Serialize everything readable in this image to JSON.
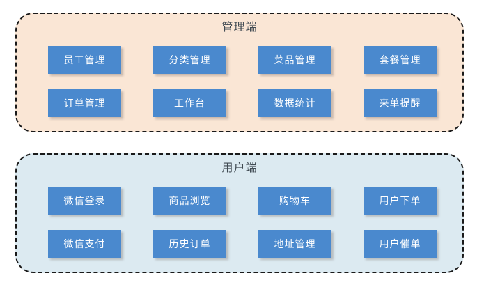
{
  "diagram": {
    "type": "block-diagram",
    "background_color": "#ffffff",
    "groups": [
      {
        "id": "admin",
        "title": "管理端",
        "fill_color": "#fae6d5",
        "border_color": "#1a1a1a",
        "border_style": "dashed",
        "title_color": "#404a52",
        "nodes": [
          {
            "label": "员工管理"
          },
          {
            "label": "分类管理"
          },
          {
            "label": "菜品管理"
          },
          {
            "label": "套餐管理"
          },
          {
            "label": "订单管理"
          },
          {
            "label": "工作台"
          },
          {
            "label": "数据统计"
          },
          {
            "label": "来单提醒"
          }
        ]
      },
      {
        "id": "user",
        "title": "用户端",
        "fill_color": "#dceaf1",
        "border_color": "#1a1a1a",
        "border_style": "dashed",
        "title_color": "#404a52",
        "nodes": [
          {
            "label": "微信登录"
          },
          {
            "label": "商品浏览"
          },
          {
            "label": "购物车"
          },
          {
            "label": "用户下单"
          },
          {
            "label": "微信支付"
          },
          {
            "label": "历史订单"
          },
          {
            "label": "地址管理"
          },
          {
            "label": "用户催单"
          }
        ]
      }
    ],
    "node_fill_color": "#4a89ce",
    "node_text_color": "#ffffff"
  }
}
